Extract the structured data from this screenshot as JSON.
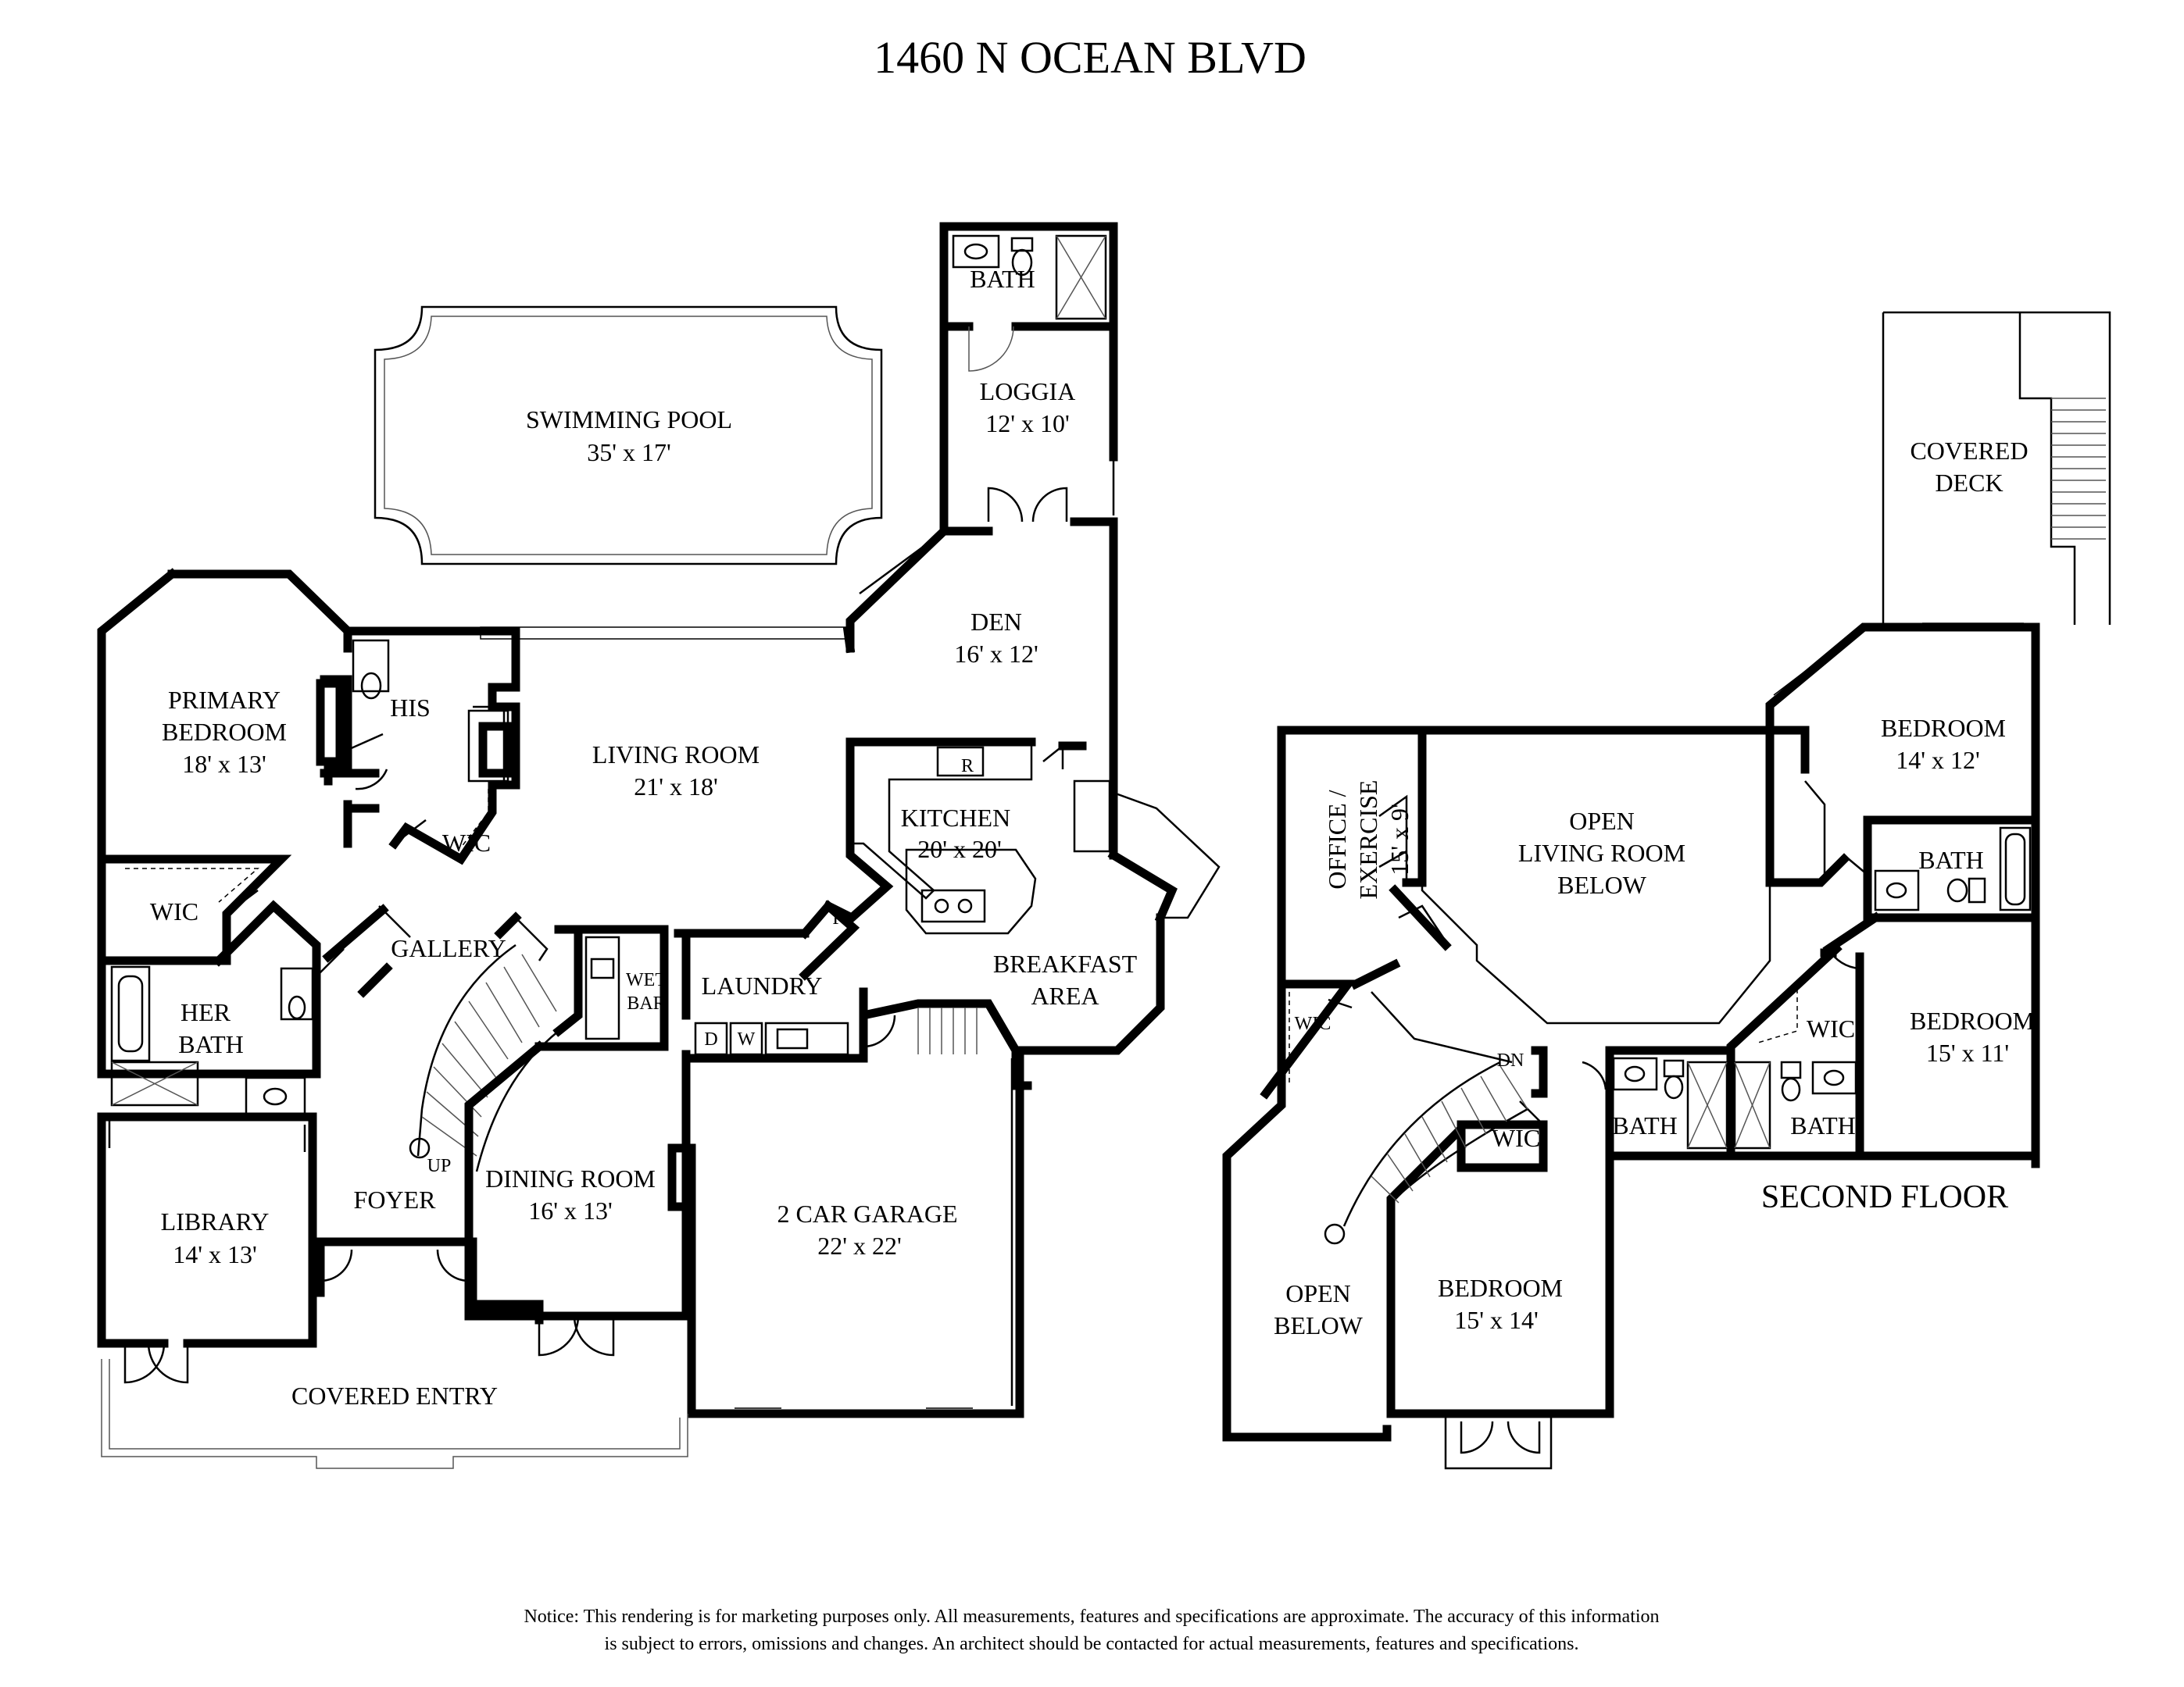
{
  "title": "1460 N OCEAN BLVD",
  "first_floor": {
    "rooms": [
      {
        "name": "SWIMMING POOL",
        "size": "35' x 17'"
      },
      {
        "name": "BATH"
      },
      {
        "name": "LOGGIA",
        "size": "12' x 10'"
      },
      {
        "name": "DEN",
        "size": "16' x 12'"
      },
      {
        "name": "PRIMARY",
        "name2": "BEDROOM",
        "size": "18' x 13'"
      },
      {
        "name": "HIS"
      },
      {
        "name": "WIC"
      },
      {
        "name": "LIVING ROOM",
        "size": "21' x 18'"
      },
      {
        "name": "KITCHEN",
        "size": "20' x 20'"
      },
      {
        "name": "WIC"
      },
      {
        "name": "GALLERY"
      },
      {
        "name": "HER",
        "name2": "BATH"
      },
      {
        "name": "WET",
        "name2": "BAR"
      },
      {
        "name": "LAUNDRY"
      },
      {
        "name": "BREAKFAST",
        "name2": "AREA"
      },
      {
        "name": "LIBRARY",
        "size": "14' x 13'"
      },
      {
        "name": "FOYER"
      },
      {
        "name": "DINING ROOM",
        "size": "16' x 13'"
      },
      {
        "name": "2 CAR GARAGE",
        "size": "22' x 22'"
      },
      {
        "name": "COVERED ENTRY"
      }
    ],
    "fixtures": {
      "refrigerator": "R",
      "pantry": "P",
      "washer": "W",
      "dryer": "D",
      "stairs_up": "UP"
    }
  },
  "second_floor": {
    "label": "SECOND FLOOR",
    "rooms": [
      {
        "name": "COVERED",
        "name2": "DECK"
      },
      {
        "name": "OFFICE /",
        "name2": "EXERCISE",
        "size": "15' x 9'"
      },
      {
        "name": "OPEN",
        "name2": "LIVING ROOM",
        "name3": "BELOW"
      },
      {
        "name": "BEDROOM",
        "size": "14' x 12'"
      },
      {
        "name": "BATH"
      },
      {
        "name": "WIC"
      },
      {
        "name": "WIC"
      },
      {
        "name": "BEDROOM",
        "size": "15' x 11'"
      },
      {
        "name": "WIC"
      },
      {
        "name": "BATH"
      },
      {
        "name": "BATH"
      },
      {
        "name": "OPEN",
        "name2": "BELOW"
      },
      {
        "name": "BEDROOM",
        "size": "15' x 14'"
      }
    ],
    "fixtures": {
      "stairs_down": "DN"
    }
  },
  "notice": {
    "line1": "Notice: This rendering is for marketing purposes only. All measurements, features and specifications are approximate. The accuracy of this information",
    "line2": "is subject to errors, omissions and changes. An architect should be contacted for actual measurements, features and specifications."
  }
}
